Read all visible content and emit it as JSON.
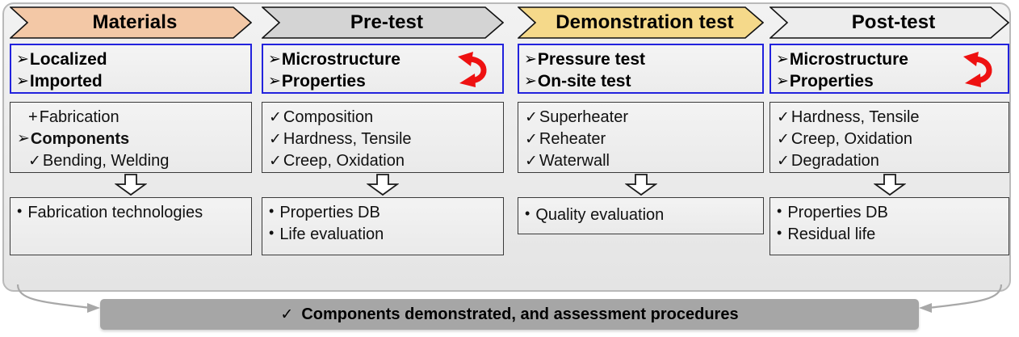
{
  "diagram": {
    "title_bar": {
      "check_icon": "✓",
      "text": "Components demonstrated, and assessment procedures"
    },
    "markers": {
      "arrow_bullet": "➢",
      "check": "✓",
      "dot": "•",
      "plus": "+"
    },
    "colors": {
      "materials_header": "#f3c8a6",
      "pretest_header": "#d4d4d4",
      "demo_header": "#f5d98a",
      "posttest_header": "#ededed",
      "blue_border": "#2222dd",
      "red_arrow": "#ee1111",
      "banner": "#a6a6a6"
    },
    "columns": [
      {
        "id": "materials",
        "header": "Materials",
        "header_fill": "#f3c8a6",
        "cycle_arrow": false,
        "primary": {
          "items": [
            {
              "marker": "➢",
              "text": "Localized"
            },
            {
              "marker": "➢",
              "text": "Imported"
            }
          ]
        },
        "middle": {
          "items": [
            {
              "marker": "+",
              "text": "Fabrication",
              "bold": false,
              "indent": true
            },
            {
              "marker": "➢",
              "text": "Components",
              "bold": true,
              "indent": false
            },
            {
              "marker": "✓",
              "text": "Bending, Welding",
              "bold": false,
              "indent": true
            }
          ]
        },
        "bottom": {
          "items": [
            {
              "marker": "•",
              "text": "Fabrication technologies"
            }
          ]
        }
      },
      {
        "id": "pre-test",
        "header": "Pre-test",
        "header_fill": "#d4d4d4",
        "cycle_arrow": true,
        "primary": {
          "items": [
            {
              "marker": "➢",
              "text": "Microstructure"
            },
            {
              "marker": "➢",
              "text": "Properties"
            }
          ]
        },
        "middle": {
          "items": [
            {
              "marker": "✓",
              "text": "Composition",
              "bold": false,
              "indent": false
            },
            {
              "marker": "✓",
              "text": "Hardness, Tensile",
              "bold": false,
              "indent": false
            },
            {
              "marker": "✓",
              "text": "Creep, Oxidation",
              "bold": false,
              "indent": false
            }
          ]
        },
        "bottom": {
          "items": [
            {
              "marker": "•",
              "text": "Properties DB"
            },
            {
              "marker": "•",
              "text": "Life evaluation"
            }
          ]
        }
      },
      {
        "id": "demonstration-test",
        "header": "Demonstration test",
        "header_fill": "#f5d98a",
        "cycle_arrow": false,
        "primary": {
          "items": [
            {
              "marker": "➢",
              "text": "Pressure test"
            },
            {
              "marker": "➢",
              "text": "On-site test"
            }
          ]
        },
        "middle": {
          "items": [
            {
              "marker": "✓",
              "text": "Superheater",
              "bold": false,
              "indent": false
            },
            {
              "marker": "✓",
              "text": "Reheater",
              "bold": false,
              "indent": false
            },
            {
              "marker": "✓",
              "text": "Waterwall",
              "bold": false,
              "indent": false
            }
          ]
        },
        "bottom": {
          "items": [
            {
              "marker": "•",
              "text": "Quality evaluation"
            }
          ]
        }
      },
      {
        "id": "post-test",
        "header": "Post-test",
        "header_fill": "#ededed",
        "cycle_arrow": true,
        "primary": {
          "items": [
            {
              "marker": "➢",
              "text": "Microstructure"
            },
            {
              "marker": "➢",
              "text": "Properties"
            }
          ]
        },
        "middle": {
          "items": [
            {
              "marker": "✓",
              "text": "Hardness, Tensile",
              "bold": false,
              "indent": false
            },
            {
              "marker": "✓",
              "text": "Creep, Oxidation",
              "bold": false,
              "indent": false
            },
            {
              "marker": "✓",
              "text": "Degradation",
              "bold": false,
              "indent": false
            }
          ]
        },
        "bottom": {
          "items": [
            {
              "marker": "•",
              "text": "Properties DB"
            },
            {
              "marker": "•",
              "text": "Residual life"
            }
          ]
        }
      }
    ]
  }
}
